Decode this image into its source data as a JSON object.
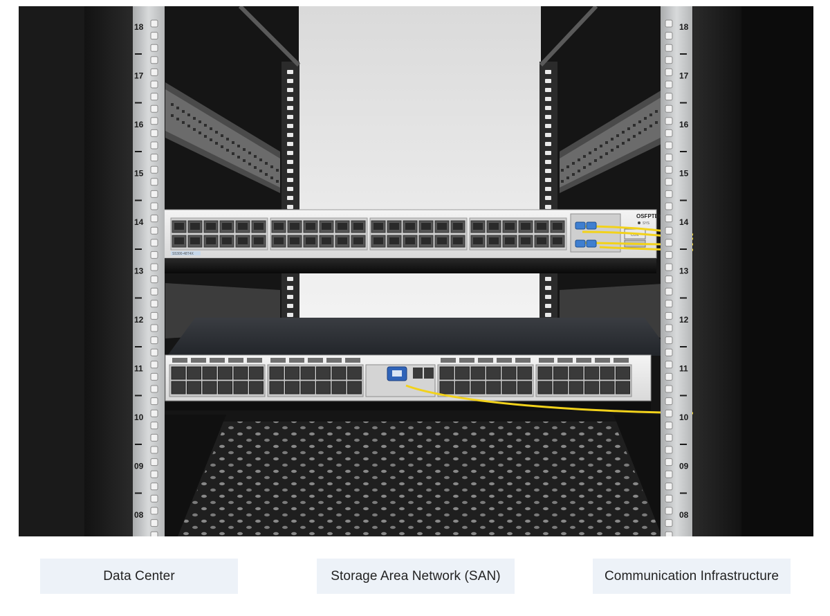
{
  "image": {
    "rack_units": [
      "18",
      "17",
      "16",
      "15",
      "14",
      "13",
      "12",
      "11",
      "10",
      "09",
      "08"
    ],
    "switch_brand": "OSFPTEK",
    "switch_model": "S5300-48T4X",
    "sys_label": "SYS",
    "con_label": "CON"
  },
  "tags": [
    {
      "label": "Data Center"
    },
    {
      "label": "Storage Area Network (SAN)"
    },
    {
      "label": "Communication Infrastructure"
    }
  ],
  "colors": {
    "fiber": "#f2d21b",
    "rail": "#c9cbcc",
    "tag_bg": "#edf2f8"
  }
}
